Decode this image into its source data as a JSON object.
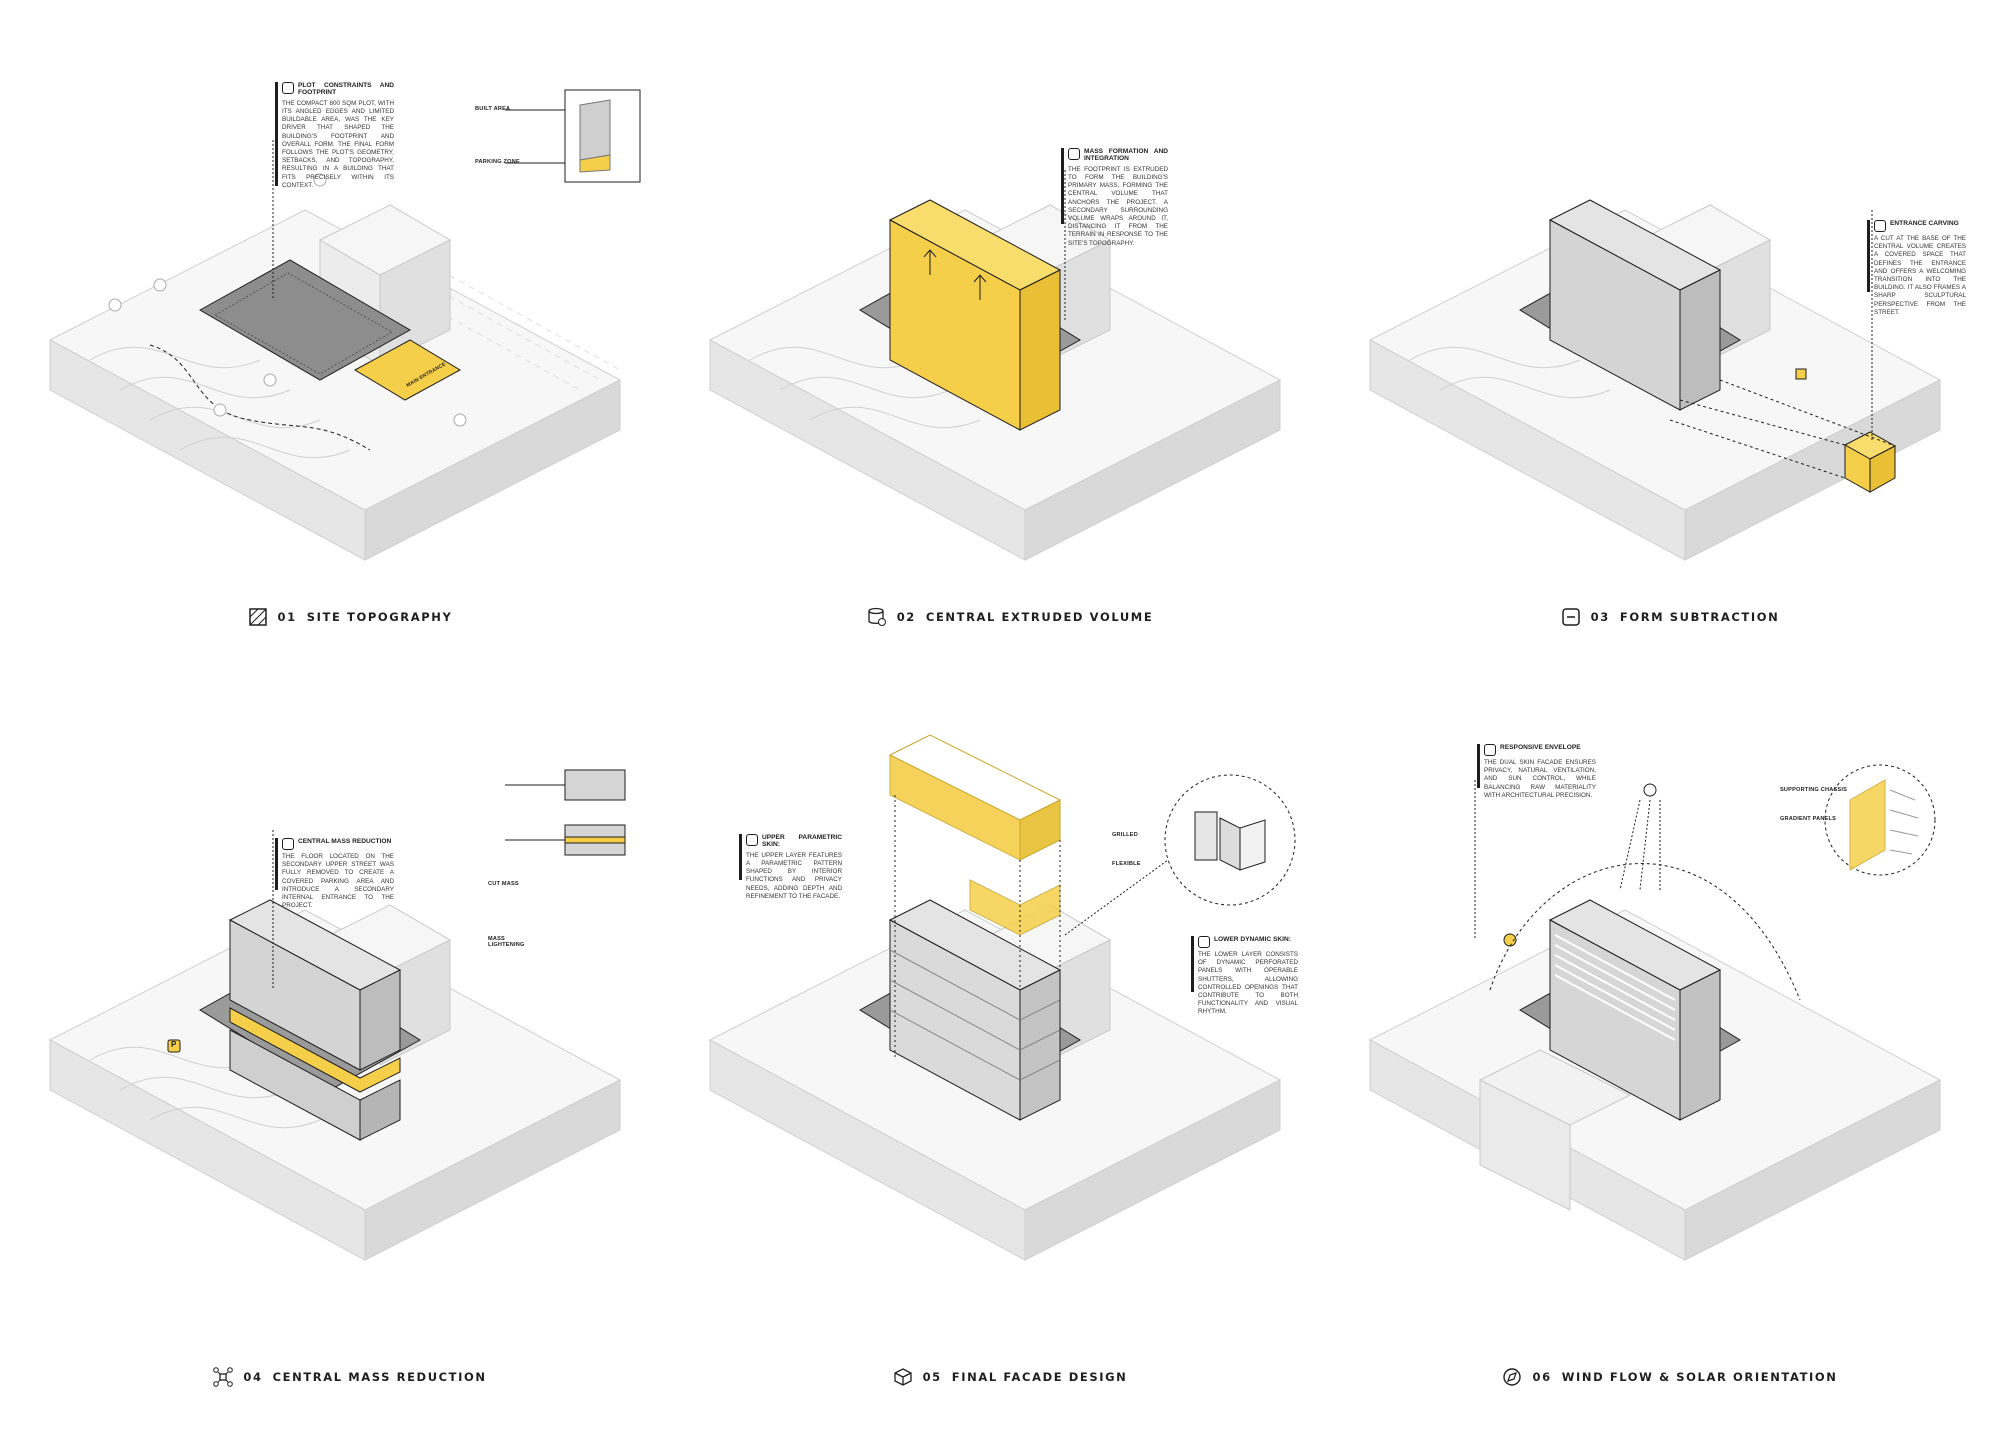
{
  "colors": {
    "accent": "#f5cf4a",
    "ink": "#1e1e1e",
    "mass": "#bdbdbd",
    "terrain": "#f3f3f3"
  },
  "panels": [
    {
      "caption_num": "01",
      "caption": "SITE TOPOGRAPHY",
      "icon": "hatched-square-icon",
      "note": {
        "title": "PLOT CONSTRAINTS AND FOOTPRINT",
        "body": "THE COMPACT 800 SQM PLOT, WITH ITS ANGLED EDGES AND LIMITED BUILDABLE AREA, WAS THE KEY DRIVER THAT SHAPED THE BUILDING'S FOOTPRINT AND OVERALL FORM. THE FINAL FORM FOLLOWS THE PLOT'S GEOMETRY, SETBACKS, AND TOPOGRAPHY, RESULTING IN A BUILDING THAT FITS PRECISELY WITHIN ITS CONTEXT."
      },
      "inset_labels": [
        "BUILT AREA",
        "PARKING ZONE"
      ],
      "map_labels": [
        "MAIN ENTRANCE"
      ]
    },
    {
      "caption_num": "02",
      "caption": "CENTRAL EXTRUDED VOLUME",
      "icon": "database-gear-icon",
      "note": {
        "title": "MASS FORMATION AND INTEGRATION",
        "body": "THE FOOTPRINT IS EXTRUDED TO FORM THE BUILDING'S PRIMARY MASS, FORMING THE CENTRAL VOLUME THAT ANCHORS THE PROJECT. A SECONDARY SURROUNDING VOLUME WRAPS AROUND IT, DISTANCING IT FROM THE TERRAIN IN RESPONSE TO THE SITE'S TOPOGRAPHY."
      }
    },
    {
      "caption_num": "03",
      "caption": "FORM SUBTRACTION",
      "icon": "minus-square-icon",
      "note": {
        "title": "ENTRANCE CARVING",
        "body": "A CUT AT THE BASE OF THE CENTRAL VOLUME CREATES A COVERED SPACE THAT DEFINES THE ENTRANCE AND OFFERS A WELCOMING TRANSITION INTO THE BUILDING. IT ALSO FRAMES A SHARP SCULPTURAL PERSPECTIVE FROM THE STREET."
      }
    },
    {
      "caption_num": "04",
      "caption": "CENTRAL MASS REDUCTION",
      "icon": "drone-icon",
      "note": {
        "title": "CENTRAL MASS REDUCTION",
        "body": "THE FLOOR LOCATED ON THE SECONDARY UPPER STREET WAS FULLY REMOVED TO CREATE A COVERED PARKING AREA AND INTRODUCE A SECONDARY INTERNAL ENTRANCE TO THE PROJECT."
      },
      "inset_labels": [
        "CUT MASS",
        "MASS LIGHTENING"
      ],
      "map_labels": [
        "P"
      ]
    },
    {
      "caption_num": "05",
      "caption": "FINAL FACADE DESIGN",
      "icon": "cube-icon",
      "note": {
        "title": "UPPER PARAMETRIC SKIN:",
        "body": "THE UPPER LAYER FEATURES A PARAMETRIC PATTERN SHAPED BY INTERIOR FUNCTIONS AND PRIVACY NEEDS, ADDING DEPTH AND REFINEMENT TO THE FACADE."
      },
      "note2": {
        "title": "LOWER DYNAMIC SKIN:",
        "body": "THE LOWER LAYER CONSISTS OF DYNAMIC PERFORATED PANELS WITH OPERABLE SHUTTERS, ALLOWING CONTROLLED OPENINGS THAT CONTRIBUTE TO BOTH FUNCTIONALITY AND VISUAL RHYTHM."
      },
      "inset_labels": [
        "GRILLED",
        "FLEXIBLE"
      ]
    },
    {
      "caption_num": "06",
      "caption": "WIND FLOW & SOLAR ORIENTATION",
      "icon": "compass-icon",
      "note": {
        "title": "RESPONSIVE ENVELOPE",
        "body": "THE DUAL SKIN FACADE ENSURES PRIVACY, NATURAL VENTILATION, AND SUN CONTROL, WHILE BALANCING RAW MATERIALITY WITH ARCHITECTURAL PRECISION."
      },
      "inset_labels": [
        "SUPPORTING CHASSIS",
        "GRADIENT PANELS"
      ]
    }
  ]
}
